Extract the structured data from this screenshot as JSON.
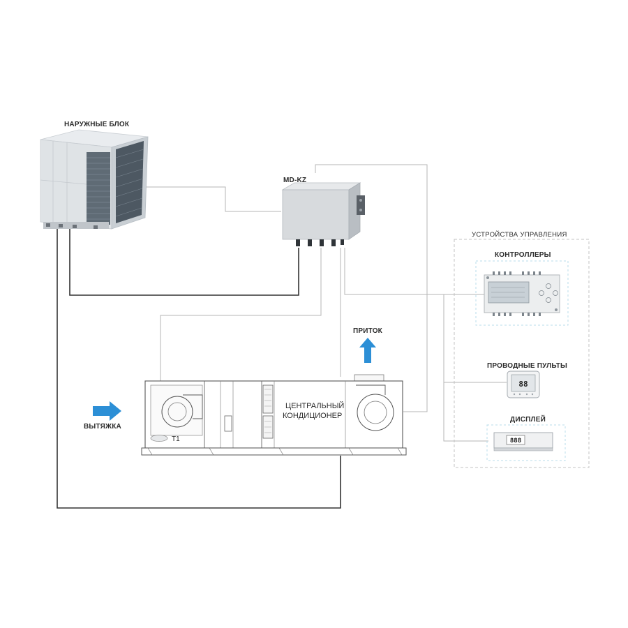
{
  "labels": {
    "outdoor_unit": "НАРУЖНЫЕ БЛОК",
    "module": "MD-KZ",
    "control_devices": "УСТРОЙСТВА УПРАВЛЕНИЯ",
    "controllers": "КОНТРОЛЛЕРЫ",
    "wired_remotes": "ПРОВОДНЫЕ ПУЛЬТЫ",
    "display": "ДИСПЛЕЙ",
    "supply": "ПРИТОК",
    "exhaust": "ВЫТЯЖКА",
    "ahu_line1": "ЦЕНТРАЛЬНЫЙ",
    "ahu_line2": "КОНДИЦИОНЕР",
    "sensor": "T1",
    "remote_screen": "88",
    "display_screen": "888"
  },
  "colors": {
    "arrow": "#2c8fd6",
    "wire_dark": "#333333",
    "wire_light": "#b5b5b5",
    "dashed_box": "#c3c3c3",
    "dashed_inner": "#b9dceb"
  },
  "icons": {
    "outdoor_unit": "outdoor-unit-icon",
    "module": "control-module-icon",
    "controller": "controller-icon",
    "remote": "wired-remote-icon",
    "display": "display-panel-icon"
  }
}
